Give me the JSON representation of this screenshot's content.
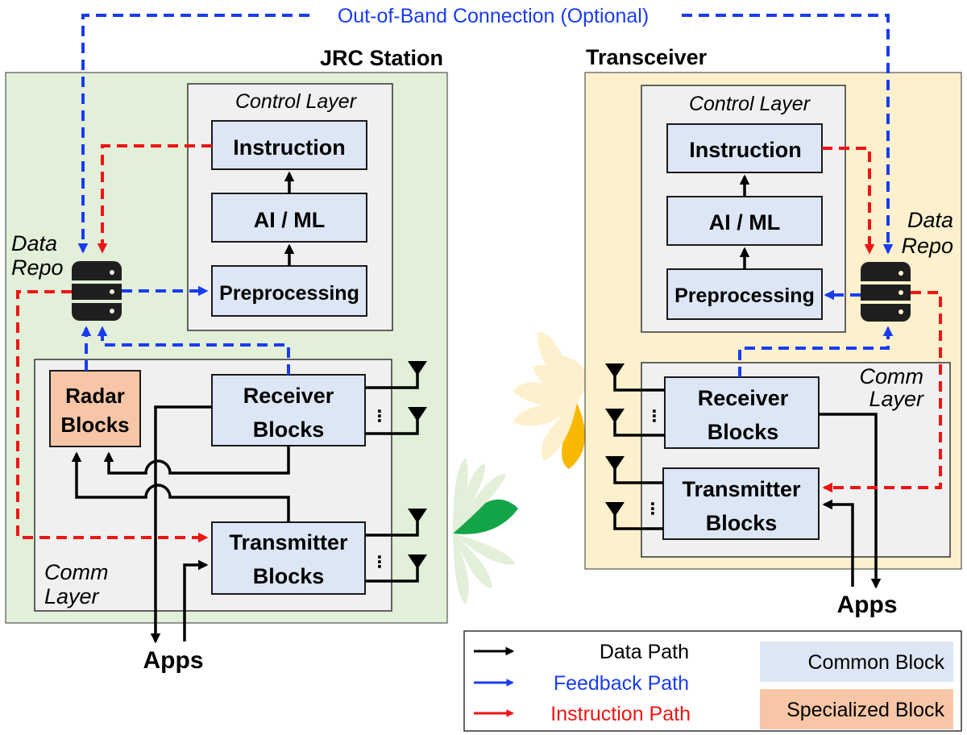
{
  "oob_label": "Out-of-Band Connection (Optional)",
  "jrc": {
    "title": "JRC Station",
    "control_layer": "Control Layer",
    "instruction": "Instruction",
    "aiml": "AI / ML",
    "preprocessing": "Preprocessing",
    "data_repo_1": "Data",
    "data_repo_2": "Repo",
    "radar_1": "Radar",
    "radar_2": "Blocks",
    "receiver_1": "Receiver",
    "receiver_2": "Blocks",
    "transmitter_1": "Transmitter",
    "transmitter_2": "Blocks",
    "comm_1": "Comm",
    "comm_2": "Layer",
    "apps": "Apps"
  },
  "transceiver": {
    "title": "Transceiver",
    "control_layer": "Control Layer",
    "instruction": "Instruction",
    "aiml": "AI / ML",
    "preprocessing": "Preprocessing",
    "data_repo_1": "Data",
    "data_repo_2": "Repo",
    "receiver_1": "Receiver",
    "receiver_2": "Blocks",
    "transmitter_1": "Transmitter",
    "transmitter_2": "Blocks",
    "comm_1": "Comm",
    "comm_2": "Layer",
    "apps": "Apps"
  },
  "legend": {
    "data_path": "Data Path",
    "feedback_path": "Feedback Path",
    "instruction_path": "Instruction Path",
    "common_block": "Common Block",
    "specialized_block": "Specialized Block"
  },
  "colors": {
    "data": "#000000",
    "feedback": "#1a3cf0",
    "instruction": "#ee1515",
    "common_block": "#dce6f4",
    "specialized_block": "#f7c6a6",
    "jrc_bg": "#e2efd9",
    "transceiver_bg": "#fdf0cc"
  }
}
